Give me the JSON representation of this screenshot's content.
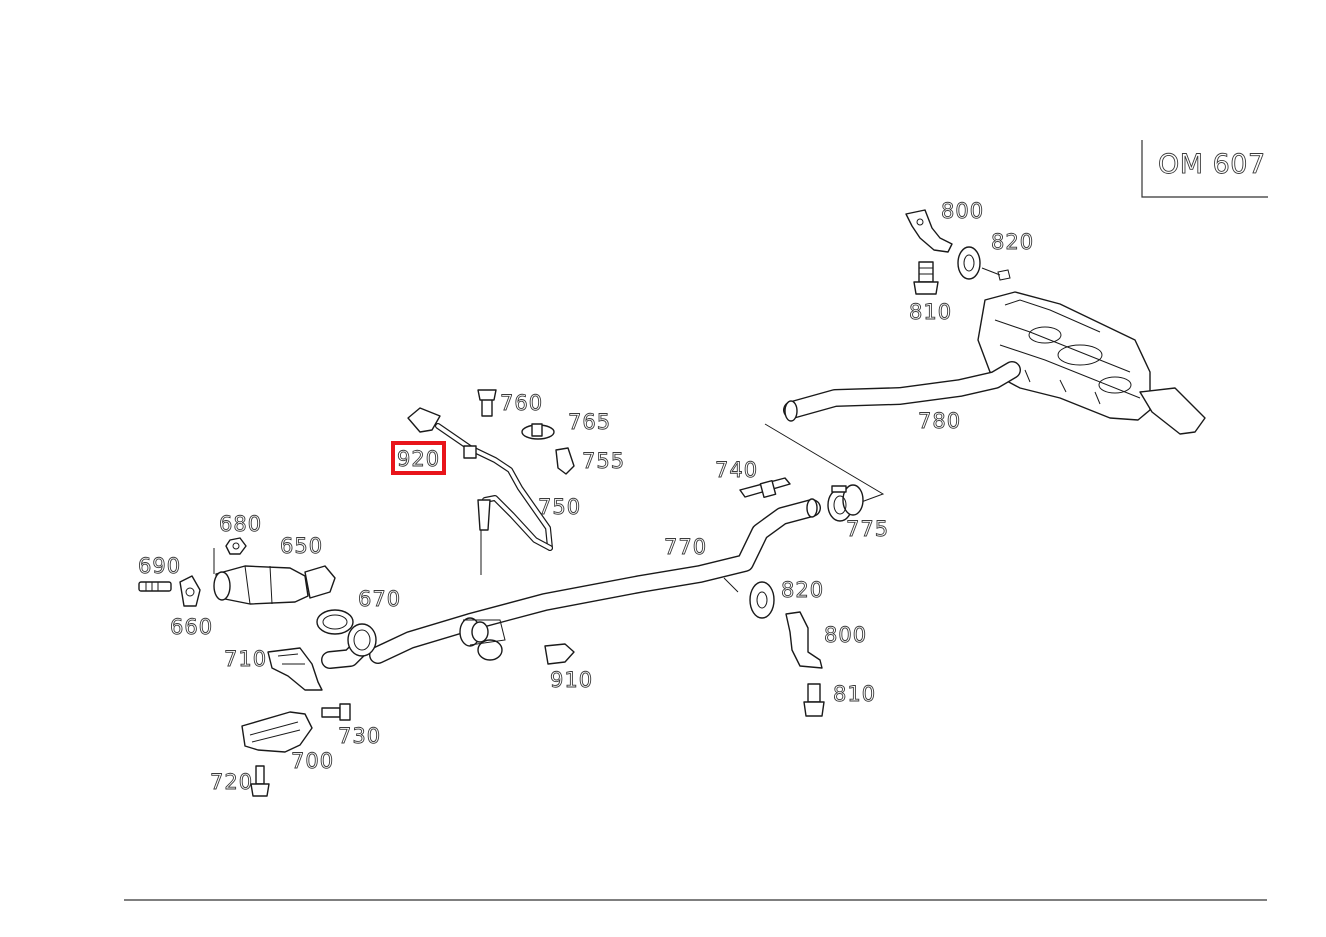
{
  "engine_code": "OM 607",
  "highlighted_callout": "920",
  "highlight_color": "#e8141a",
  "callouts": {
    "c650": "650",
    "c660": "660",
    "c670": "670",
    "c680": "680",
    "c690": "690",
    "c700": "700",
    "c710": "710",
    "c720": "720",
    "c730": "730",
    "c740": "740",
    "c750": "750",
    "c755": "755",
    "c760": "760",
    "c765": "765",
    "c770": "770",
    "c775": "775",
    "c780": "780",
    "c800a": "800",
    "c800b": "800",
    "c810a": "810",
    "c810b": "810",
    "c820a": "820",
    "c820b": "820",
    "c910": "910",
    "c920": "920"
  }
}
